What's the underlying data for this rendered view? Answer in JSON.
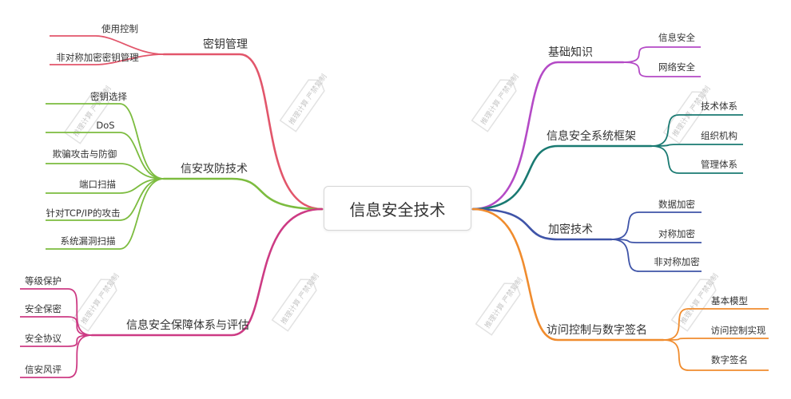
{
  "center": {
    "label": "信息安全技术"
  },
  "watermark": {
    "text": "推理计算 严禁复制"
  },
  "branches": [
    {
      "id": "key-management",
      "label": "密钥管理",
      "color": "#e2566b",
      "children": [
        "使用控制",
        "非对称加密密钥管理"
      ]
    },
    {
      "id": "attack-defense",
      "label": "信安攻防技术",
      "color": "#7cbc3f",
      "children": [
        "密钥选择",
        "DoS",
        "欺骗攻击与防御",
        "端口扫描",
        "针对TCP/IP的攻击",
        "系统漏洞扫描"
      ]
    },
    {
      "id": "assurance",
      "label": "信息安全保障体系与评估",
      "color": "#cd3b84",
      "children": [
        "等级保护",
        "安全保密",
        "安全协议",
        "信安风评"
      ]
    },
    {
      "id": "basics",
      "label": "基础知识",
      "color": "#b44ac6",
      "children": [
        "信息安全",
        "网络安全"
      ]
    },
    {
      "id": "framework",
      "label": "信息安全系统框架",
      "color": "#1a7a72",
      "children": [
        "技术体系",
        "组织机构",
        "管理体系"
      ]
    },
    {
      "id": "encryption",
      "label": "加密技术",
      "color": "#3f54a8",
      "children": [
        "数据加密",
        "对称加密",
        "非对称加密"
      ]
    },
    {
      "id": "access-signature",
      "label": "访问控制与数字签名",
      "color": "#f08c2e",
      "children": [
        "基本模型",
        "访问控制实现",
        "数字签名"
      ]
    }
  ]
}
